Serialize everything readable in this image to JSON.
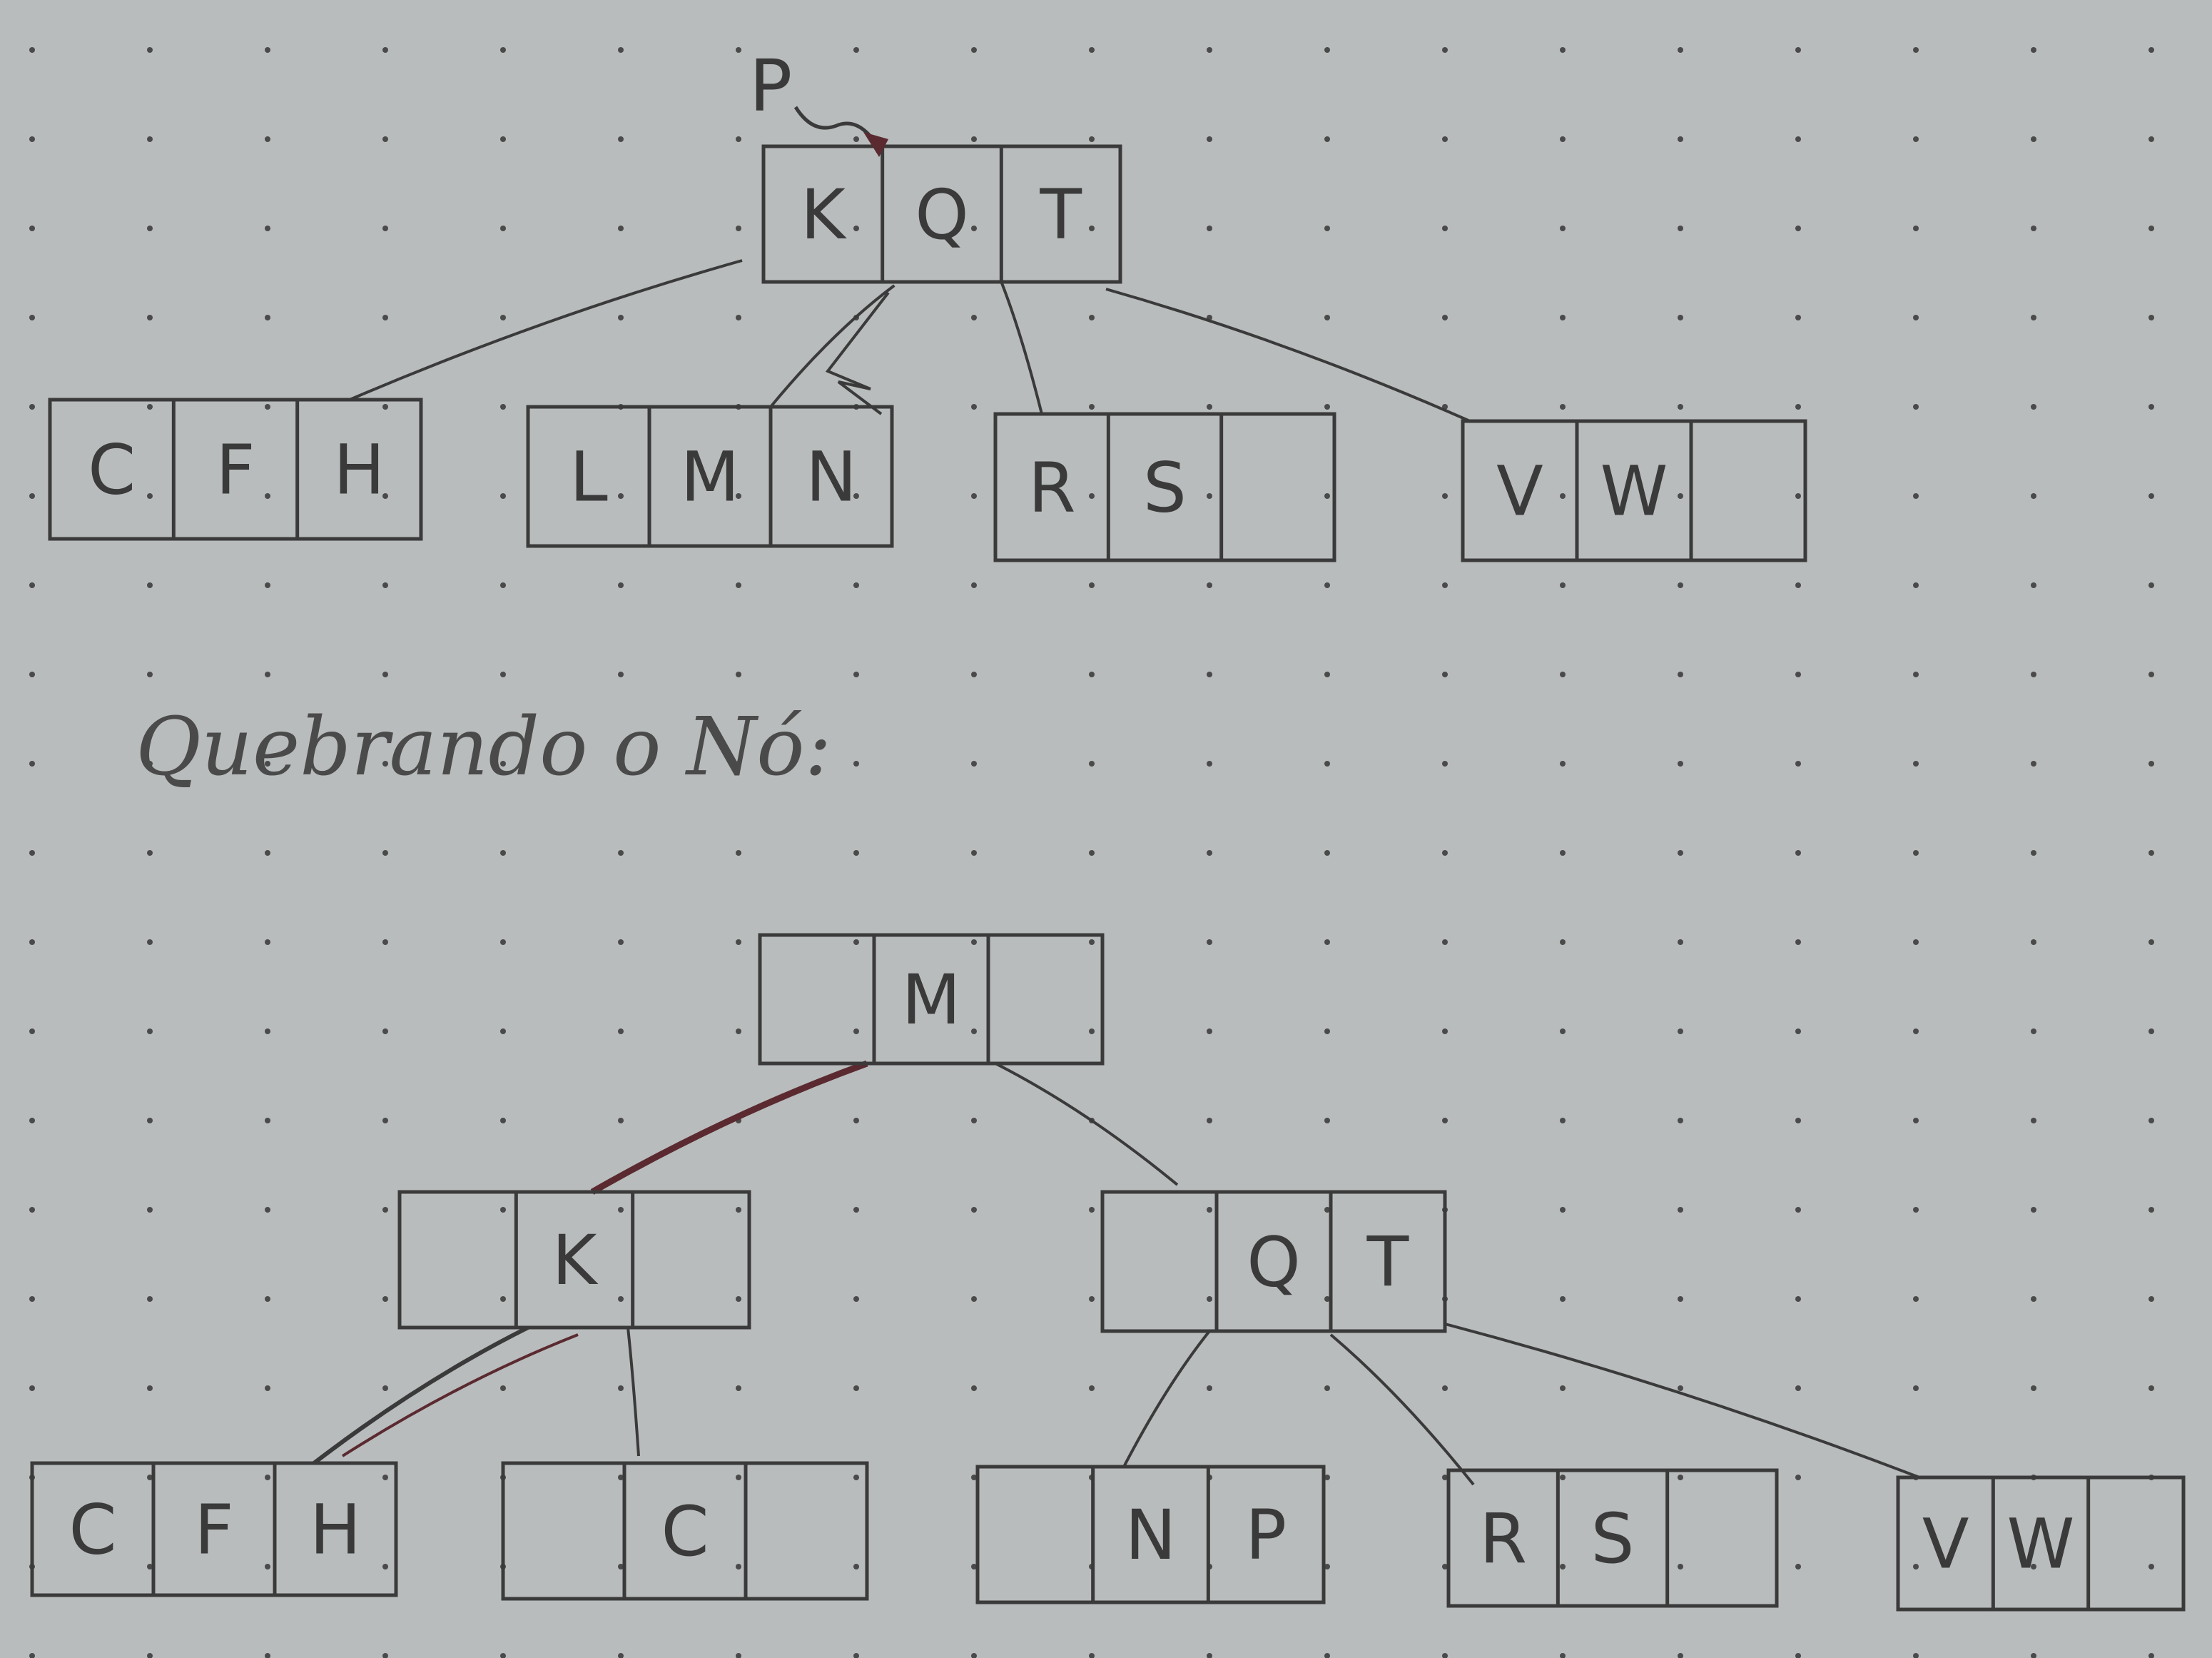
{
  "ink_color": "#3a3a3a",
  "accent_color": "#5a2a30",
  "paper_color": "#b9bcbd",
  "pointer_label": "P",
  "caption": "Quebrando o Nó:",
  "before": {
    "root": [
      "K",
      "Q",
      "T"
    ],
    "leaves": [
      [
        "C",
        "F",
        "H"
      ],
      [
        "L",
        "M",
        "N"
      ],
      [
        "R",
        "S",
        ""
      ],
      [
        "V",
        "W",
        ""
      ]
    ]
  },
  "after": {
    "root": [
      "",
      "M",
      ""
    ],
    "internal": [
      [
        "",
        "K",
        ""
      ],
      [
        "",
        "Q",
        "T"
      ]
    ],
    "leaves": [
      [
        "C",
        "F",
        "H"
      ],
      [
        "",
        "C",
        ""
      ],
      [
        "",
        "N",
        "P"
      ],
      [
        "R",
        "S",
        ""
      ],
      [
        "V",
        "W",
        ""
      ]
    ]
  }
}
